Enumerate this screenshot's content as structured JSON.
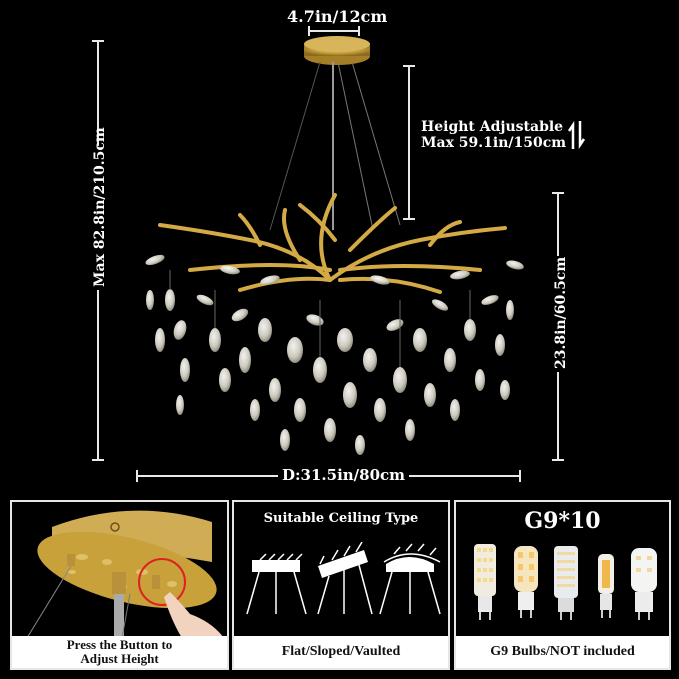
{
  "product": {
    "type": "Crystal branch chandelier dimension diagram",
    "canopy_dimension": "4.7in/12cm",
    "height_adjustable": {
      "line1": "Height Adjustable",
      "line2": "Max 59.1in/150cm",
      "icon": "up-down-arrows-icon"
    },
    "max_total_height": "Max 82.8in/210.5cm",
    "body_height": "23.8in/60.5cm",
    "diameter": "D:31.5in/80cm"
  },
  "panels": [
    {
      "id": "adjust",
      "image": "canopy-with-hand-pressing-button",
      "caption_line1": "Press the Button to",
      "caption_line2": "Adjust Height"
    },
    {
      "id": "ceiling",
      "title": "Suitable Ceiling Type",
      "icons": [
        "flat-ceiling-icon",
        "sloped-ceiling-icon",
        "vaulted-ceiling-icon"
      ],
      "caption": "Flat/Sloped/Vaulted"
    },
    {
      "id": "bulbs",
      "title": "G9*10",
      "bulb_count": 5,
      "caption": "G9 Bulbs/NOT included"
    }
  ],
  "colors": {
    "background": "#000000",
    "gold": "#c9a13b",
    "crystal": "#e9e6dc",
    "line": "#e8e8e8"
  }
}
